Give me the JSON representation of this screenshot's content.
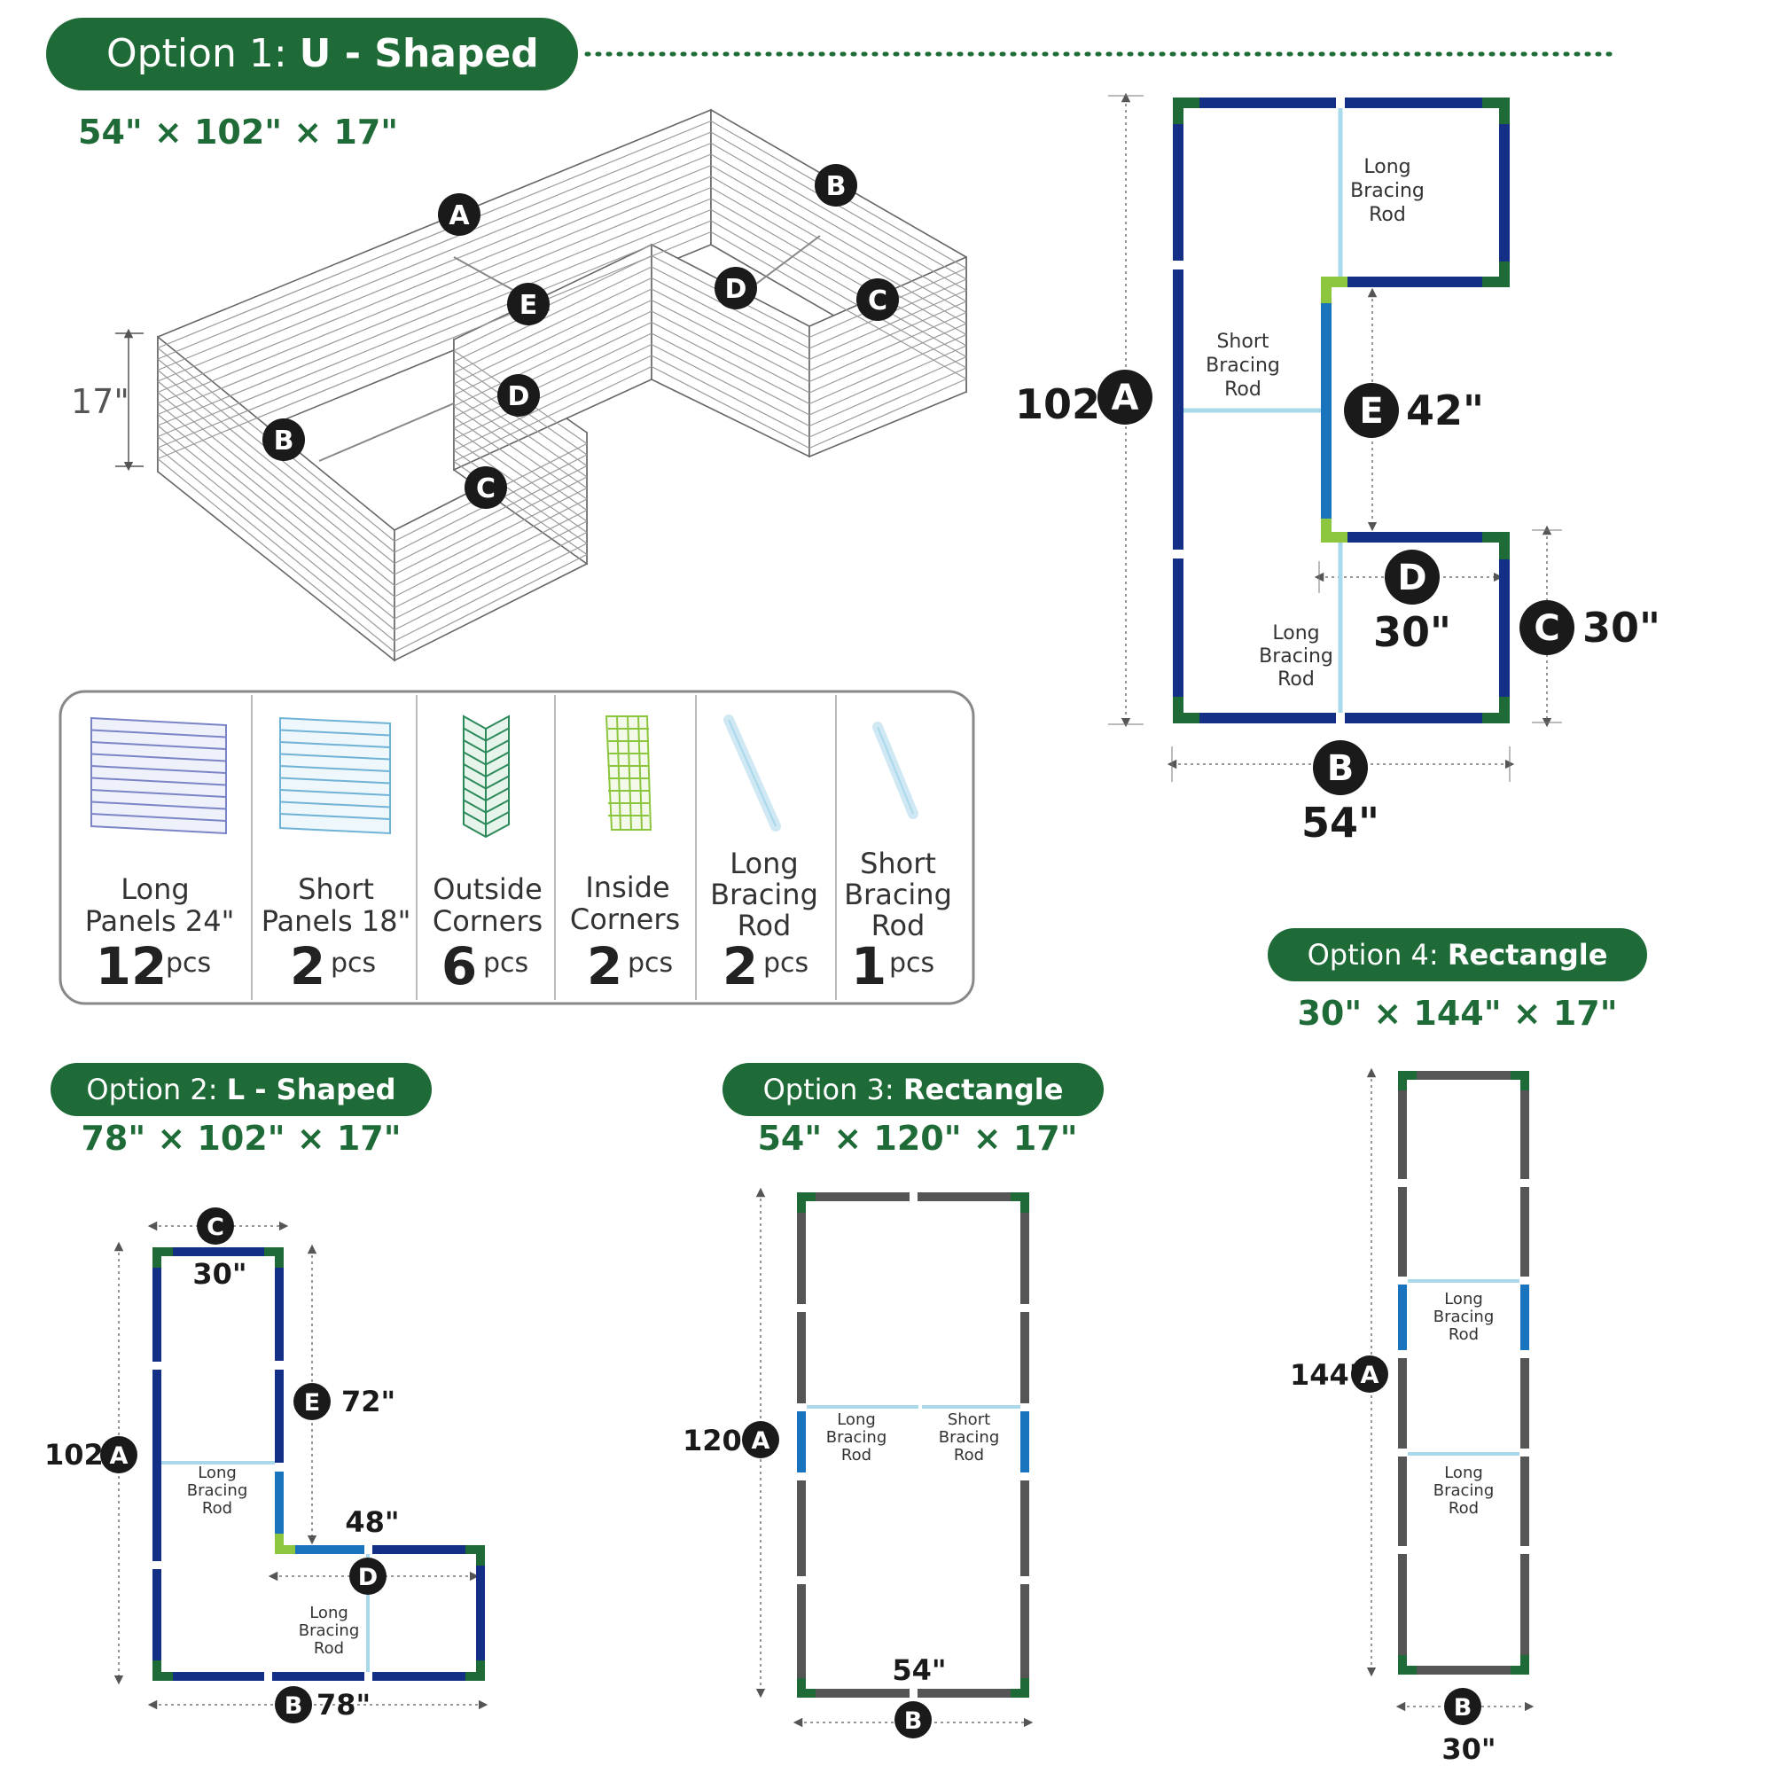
{
  "colors": {
    "green": "#1e6b38",
    "navy": "#132f86",
    "mid_blue": "#1a73bd",
    "light_blue": "#a9d8ea",
    "gray": "#555555",
    "lime": "#8cc63f"
  },
  "option1": {
    "title_prefix": "Option 1: ",
    "title_bold": "U - Shaped",
    "dims": "54\" × 102\" × 17\"",
    "height_label": "17\"",
    "iso_badges": [
      "A",
      "B",
      "E",
      "D",
      "C",
      "D",
      "B",
      "C"
    ],
    "plan": {
      "a_value": "102\"",
      "b_value": "54\"",
      "c_value": "30\"",
      "d_value": "30\"",
      "e_value": "42\"",
      "label_long_rod_top": [
        "Long",
        "Bracing",
        "Rod"
      ],
      "label_short_rod": [
        "Short",
        "Bracing",
        "Rod"
      ],
      "label_long_rod_bottom": [
        "Long",
        "Bracing",
        "Rod"
      ]
    }
  },
  "parts": [
    {
      "name_line1": "Long",
      "name_line2": "Panels 24\"",
      "name_line3": "",
      "qty": "12",
      "unit": "pcs",
      "icon": "long-panel-icon"
    },
    {
      "name_line1": "Short",
      "name_line2": "Panels 18\"",
      "name_line3": "",
      "qty": "2",
      "unit": "pcs",
      "icon": "short-panel-icon"
    },
    {
      "name_line1": "Outside",
      "name_line2": "Corners",
      "name_line3": "",
      "qty": "6",
      "unit": "pcs",
      "icon": "outside-corner-icon"
    },
    {
      "name_line1": "Inside",
      "name_line2": "Corners",
      "name_line3": "",
      "qty": "2",
      "unit": "pcs",
      "icon": "inside-corner-icon"
    },
    {
      "name_line1": "Long",
      "name_line2": "Bracing",
      "name_line3": "Rod",
      "qty": "2",
      "unit": "pcs",
      "icon": "long-rod-icon"
    },
    {
      "name_line1": "Short",
      "name_line2": "Bracing",
      "name_line3": "Rod",
      "qty": "1",
      "unit": "pcs",
      "icon": "short-rod-icon"
    }
  ],
  "option2": {
    "title_prefix": "Option 2: ",
    "title_bold": "L - Shaped",
    "dims": "78\" × 102\" × 17\"",
    "a_value": "102\"",
    "b_value": "78\"",
    "c_value": "30\"",
    "e_value": "72\"",
    "d_value": "48\"",
    "label_rod_upper": [
      "Long",
      "Bracing",
      "Rod"
    ],
    "label_rod_lower": [
      "Long",
      "Bracing",
      "Rod"
    ]
  },
  "option3": {
    "title_prefix": "Option 3: ",
    "title_bold": "Rectangle",
    "dims": "54\" × 120\" × 17\"",
    "a_value": "120\"",
    "b_value": "54\"",
    "label_rod_left": [
      "Long",
      "Bracing",
      "Rod"
    ],
    "label_rod_right": [
      "Short",
      "Bracing",
      "Rod"
    ]
  },
  "option4": {
    "title_prefix": "Option 4: ",
    "title_bold": "Rectangle",
    "dims": "30\" × 144\" × 17\"",
    "a_value": "144\"",
    "b_value": "30\"",
    "label_rod_upper": [
      "Long",
      "Bracing",
      "Rod"
    ],
    "label_rod_lower": [
      "Long",
      "Bracing",
      "Rod"
    ]
  },
  "badges": {
    "a": "A",
    "b": "B",
    "c": "C",
    "d": "D",
    "e": "E"
  }
}
